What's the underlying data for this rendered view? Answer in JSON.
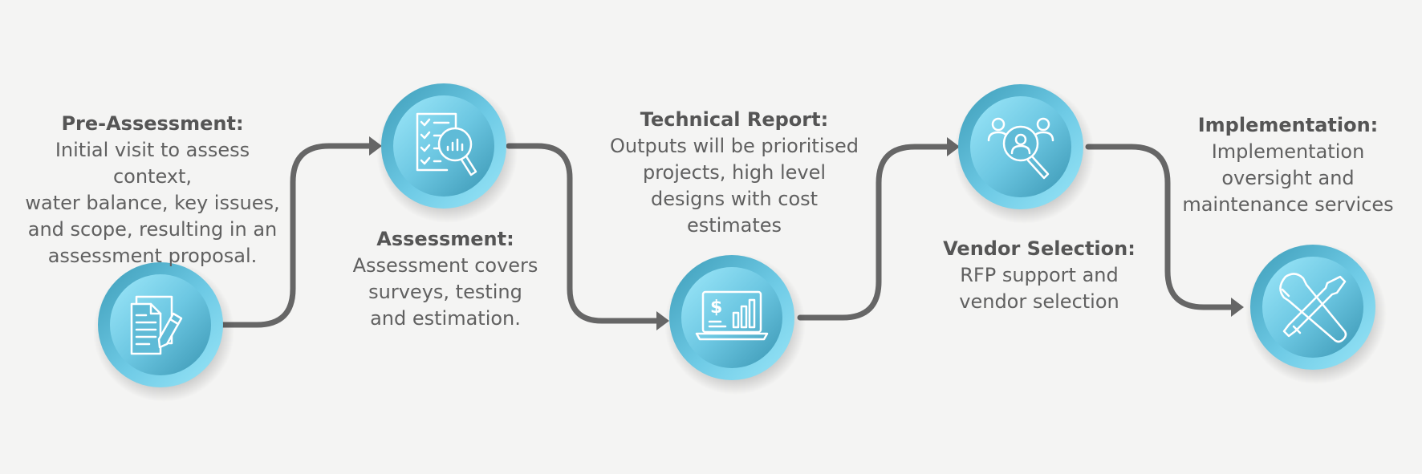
{
  "colors": {
    "background": "#f4f4f3",
    "connector": "#666666",
    "circle_light": "#8ee1f5",
    "circle_dark": "#3a9ab6",
    "icon_stroke": "#ffffff",
    "title_text": "#555555",
    "body_text": "#606060"
  },
  "steps": [
    {
      "icon": "documents-pencil-icon",
      "title": "Pre-Assessment:",
      "lines": [
        "Initial visit to assess context,",
        "water balance, key issues,",
        "and scope, resulting in an",
        "assessment proposal."
      ]
    },
    {
      "icon": "checklist-magnifier-icon",
      "title": "Assessment:",
      "lines": [
        "Assessment covers",
        "surveys, testing",
        "and estimation."
      ]
    },
    {
      "icon": "laptop-dollar-chart-icon",
      "title": "Technical Report:",
      "lines": [
        "Outputs will be prioritised",
        "projects, high level",
        "designs with cost",
        "estimates"
      ]
    },
    {
      "icon": "people-search-icon",
      "title": "Vendor Selection:",
      "lines": [
        "RFP support and",
        "vendor selection"
      ]
    },
    {
      "icon": "wrench-screwdriver-icon",
      "title": "Implementation:",
      "lines": [
        "Implementation",
        "oversight and",
        "maintenance services"
      ]
    }
  ]
}
